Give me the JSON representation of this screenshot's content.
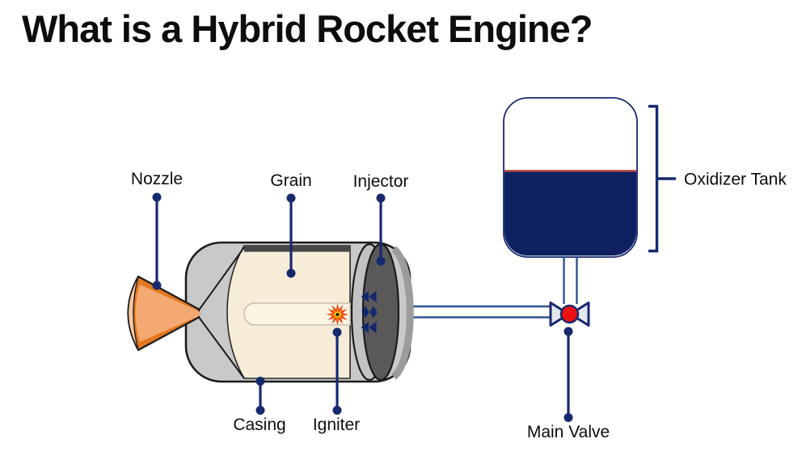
{
  "title": "What is a Hybrid Rocket Engine?",
  "diagram": {
    "labels": {
      "nozzle": "Nozzle",
      "grain": "Grain",
      "injector": "Injector",
      "oxidizer_tank": "Oxidizer Tank",
      "casing": "Casing",
      "igniter": "Igniter",
      "main_valve": "Main Valve"
    },
    "colors": {
      "navy": "#16296f",
      "pipe_blue": "#31518f",
      "tank_liquid": "#0e2161",
      "liquid_level_red": "#c0392b",
      "casing_gray": "#c9c9c9",
      "injector_plate_dark": "#595959",
      "injector_plate_face": "#c2c2c2",
      "grain_cream": "#f6ecd8",
      "port_cream": "#fbf4e4",
      "nozzle_orange": "#e2771e",
      "nozzle_inner_orange": "#f4a973",
      "nozzle_rim": "#f7c9a3",
      "valve_red": "#ee1111",
      "spark_red": "#f5440c",
      "spark_yellow": "#ffd200",
      "text_black": "#0d0d0d"
    }
  }
}
